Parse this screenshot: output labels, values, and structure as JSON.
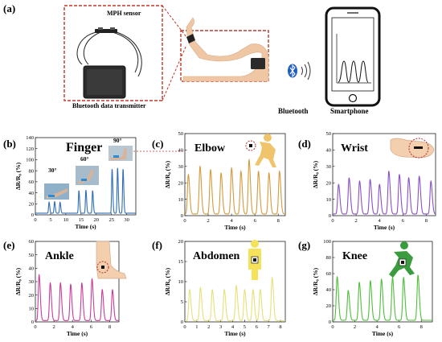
{
  "panel_a": {
    "label": "(a)",
    "sensor_label": "MPH sensor",
    "transmitter_label": "Bluetooth data transmitter",
    "bluetooth_label": "Bluetooth",
    "smartphone_label": "Smartphone"
  },
  "chart_data": [
    {
      "id": "b",
      "label": "(b)",
      "title": "Finger",
      "type": "line",
      "xlabel": "Time (s)",
      "ylabel": "ΔR/R₀ (%)",
      "xlim": [
        0,
        33
      ],
      "ylim": [
        0,
        140
      ],
      "xticks": [
        0,
        5,
        10,
        15,
        20,
        25,
        30
      ],
      "yticks": [
        0,
        20,
        40,
        60,
        80,
        100,
        120,
        140
      ],
      "color": "#2f6db8",
      "annotations": [
        "30°",
        "60°",
        "90°"
      ],
      "baseline": 3,
      "peaks": [
        [
          4.5,
          23
        ],
        [
          6.3,
          24
        ],
        [
          8.1,
          23
        ],
        [
          14.3,
          44
        ],
        [
          16.6,
          45
        ],
        [
          18.8,
          44
        ],
        [
          25.2,
          83
        ],
        [
          27.0,
          85
        ],
        [
          28.8,
          83
        ]
      ],
      "peak_width": 0.35
    },
    {
      "id": "c",
      "label": "(c)",
      "title": "Elbow",
      "type": "line",
      "xlabel": "Time (s)",
      "ylabel": "ΔR/R₀ (%)",
      "xlim": [
        0,
        8.6
      ],
      "ylim": [
        0,
        50
      ],
      "xticks": [
        0,
        2,
        4,
        6,
        8
      ],
      "yticks": [
        0,
        10,
        20,
        30,
        40,
        50
      ],
      "color": "#d49a3c",
      "baseline": 1,
      "peaks": [
        [
          0.3,
          25
        ],
        [
          1.3,
          30
        ],
        [
          2.2,
          28
        ],
        [
          3.1,
          26
        ],
        [
          4.0,
          29
        ],
        [
          4.8,
          27
        ],
        [
          5.5,
          34
        ],
        [
          6.3,
          27
        ],
        [
          7.2,
          26
        ],
        [
          8.1,
          27
        ]
      ],
      "peak_width": 0.17
    },
    {
      "id": "d",
      "label": "(d)",
      "title": "Wrist",
      "type": "line",
      "xlabel": "Time (s)",
      "ylabel": "ΔR/R₀ (%)",
      "xlim": [
        0,
        8.8
      ],
      "ylim": [
        0,
        50
      ],
      "xticks": [
        0,
        2,
        4,
        6,
        8
      ],
      "yticks": [
        0,
        10,
        20,
        30,
        40,
        50
      ],
      "color": "#8a4fc9",
      "baseline": 1,
      "peaks": [
        [
          0.5,
          19
        ],
        [
          1.4,
          23
        ],
        [
          2.3,
          21
        ],
        [
          3.2,
          22
        ],
        [
          4.0,
          19
        ],
        [
          4.8,
          27
        ],
        [
          5.7,
          25
        ],
        [
          6.5,
          23
        ],
        [
          7.4,
          24
        ],
        [
          8.4,
          21
        ]
      ],
      "peak_width": 0.17
    },
    {
      "id": "e",
      "label": "(e)",
      "title": "Ankle",
      "type": "line",
      "xlabel": "Time (s)",
      "ylabel": "ΔR/R₀ (%)",
      "xlim": [
        0,
        9
      ],
      "ylim": [
        0,
        60
      ],
      "xticks": [
        0,
        2,
        4,
        6,
        8
      ],
      "yticks": [
        0,
        10,
        20,
        30,
        40,
        50,
        60
      ],
      "color": "#c83c9a",
      "baseline": 1,
      "peaks": [
        [
          0.4,
          35
        ],
        [
          1.6,
          29
        ],
        [
          2.7,
          29
        ],
        [
          3.8,
          28
        ],
        [
          5.0,
          29
        ],
        [
          6.1,
          32
        ],
        [
          7.2,
          24
        ],
        [
          8.3,
          24
        ]
      ],
      "peak_width": 0.19
    },
    {
      "id": "f",
      "label": "(f)",
      "title": "Abdomen",
      "type": "line",
      "xlabel": "Time (s)",
      "ylabel": "ΔR/R₀ (%)",
      "xlim": [
        0,
        8.4
      ],
      "ylim": [
        0,
        20
      ],
      "xticks": [
        0,
        1,
        2,
        3,
        4,
        5,
        6,
        7,
        8
      ],
      "yticks": [
        0,
        5,
        10,
        15,
        20
      ],
      "color": "#e7e07a",
      "baseline": 0.3,
      "peaks": [
        [
          0.4,
          8
        ],
        [
          1.3,
          8.5
        ],
        [
          2.3,
          8
        ],
        [
          3.3,
          8
        ],
        [
          4.3,
          9
        ],
        [
          5.0,
          8
        ],
        [
          5.7,
          8
        ],
        [
          6.3,
          8
        ],
        [
          7.3,
          11
        ]
      ],
      "peak_width": 0.17
    },
    {
      "id": "g",
      "label": "(g)",
      "title": "Knee",
      "type": "line",
      "xlabel": "Time (s)",
      "ylabel": "ΔR/R₀ (%)",
      "xlim": [
        0,
        9
      ],
      "ylim": [
        0,
        100
      ],
      "xticks": [
        0,
        2,
        4,
        6,
        8
      ],
      "yticks": [
        0,
        20,
        40,
        60,
        80,
        100
      ],
      "color": "#4fbf3a",
      "baseline": 2,
      "peaks": [
        [
          0.4,
          56
        ],
        [
          1.4,
          39
        ],
        [
          2.4,
          49
        ],
        [
          3.4,
          51
        ],
        [
          4.4,
          53
        ],
        [
          5.4,
          55
        ],
        [
          6.4,
          55
        ],
        [
          7.7,
          58
        ]
      ],
      "peak_width": 0.18
    }
  ]
}
